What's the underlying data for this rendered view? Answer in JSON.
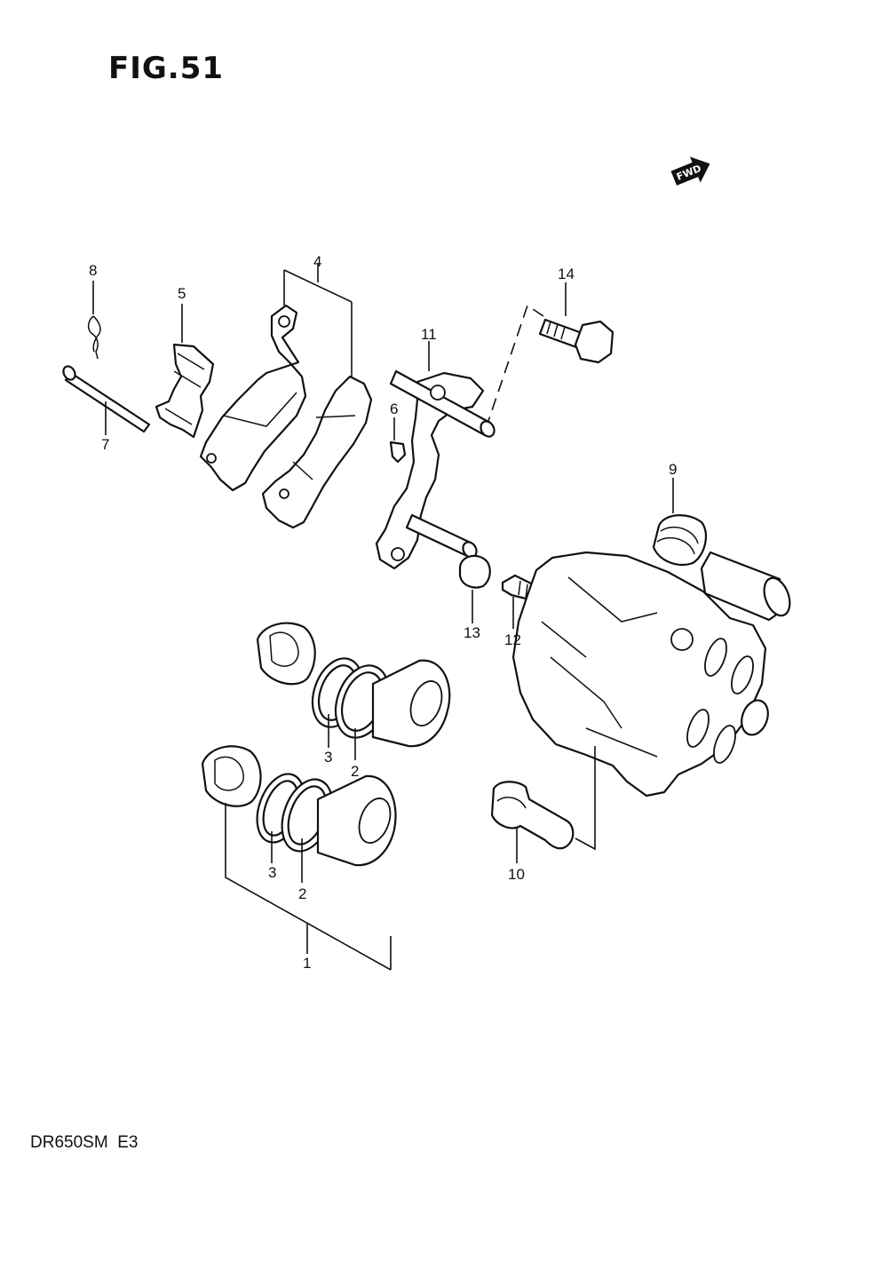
{
  "figure": {
    "title": "FIG.51",
    "model_code": "DR650SM  E3",
    "fwd_label": "FWD"
  },
  "callouts": {
    "c1": "1",
    "c2a": "2",
    "c2b": "2",
    "c3a": "3",
    "c3b": "3",
    "c4": "4",
    "c5": "5",
    "c6": "6",
    "c7": "7",
    "c8": "8",
    "c9": "9",
    "c10": "10",
    "c11": "11",
    "c12": "12",
    "c13": "13",
    "c14": "14"
  }
}
